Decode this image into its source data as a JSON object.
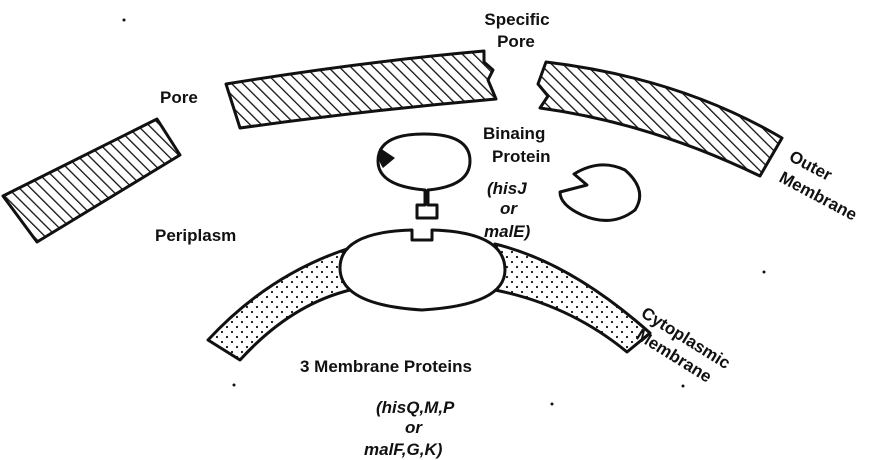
{
  "labels": {
    "specific_pore_1": "Specific",
    "specific_pore_2": "Pore",
    "pore": "Pore",
    "binding_1": "Binaing",
    "binding_2": "Protein",
    "hisj_1": "(hisJ",
    "hisj_2": "or",
    "hisj_3": "malE)",
    "outer_1": "Outer",
    "outer_2": "Membrane",
    "periplasm": "Periplasm",
    "cyto_1": "Cytoplasmic",
    "cyto_2": "Membrane",
    "proteins": "3 Membrane Proteins",
    "genes_1": "(hisQ,M,P",
    "genes_2": "or",
    "genes_3": "malF,G,K)"
  },
  "colors": {
    "ink": "#111111",
    "background": "#ffffff"
  }
}
